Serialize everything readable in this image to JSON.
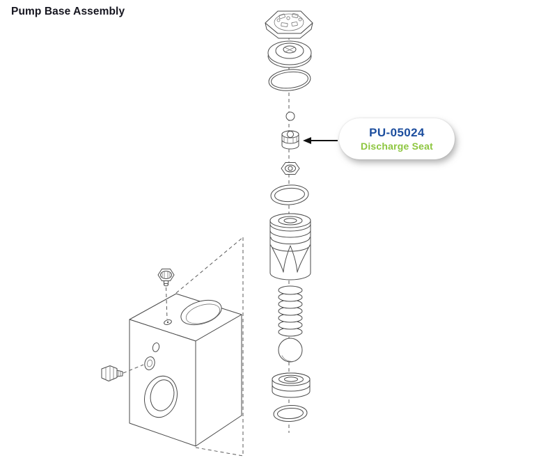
{
  "page": {
    "title": "Pump Base Assembly"
  },
  "callout": {
    "part_number": "PU-05024",
    "part_name": "Discharge Seat"
  },
  "colors": {
    "part-number": "#1d4e9e",
    "part-name": "#8dc63f",
    "drawing-line": "#4a4a4a",
    "arrow": "#111111"
  }
}
